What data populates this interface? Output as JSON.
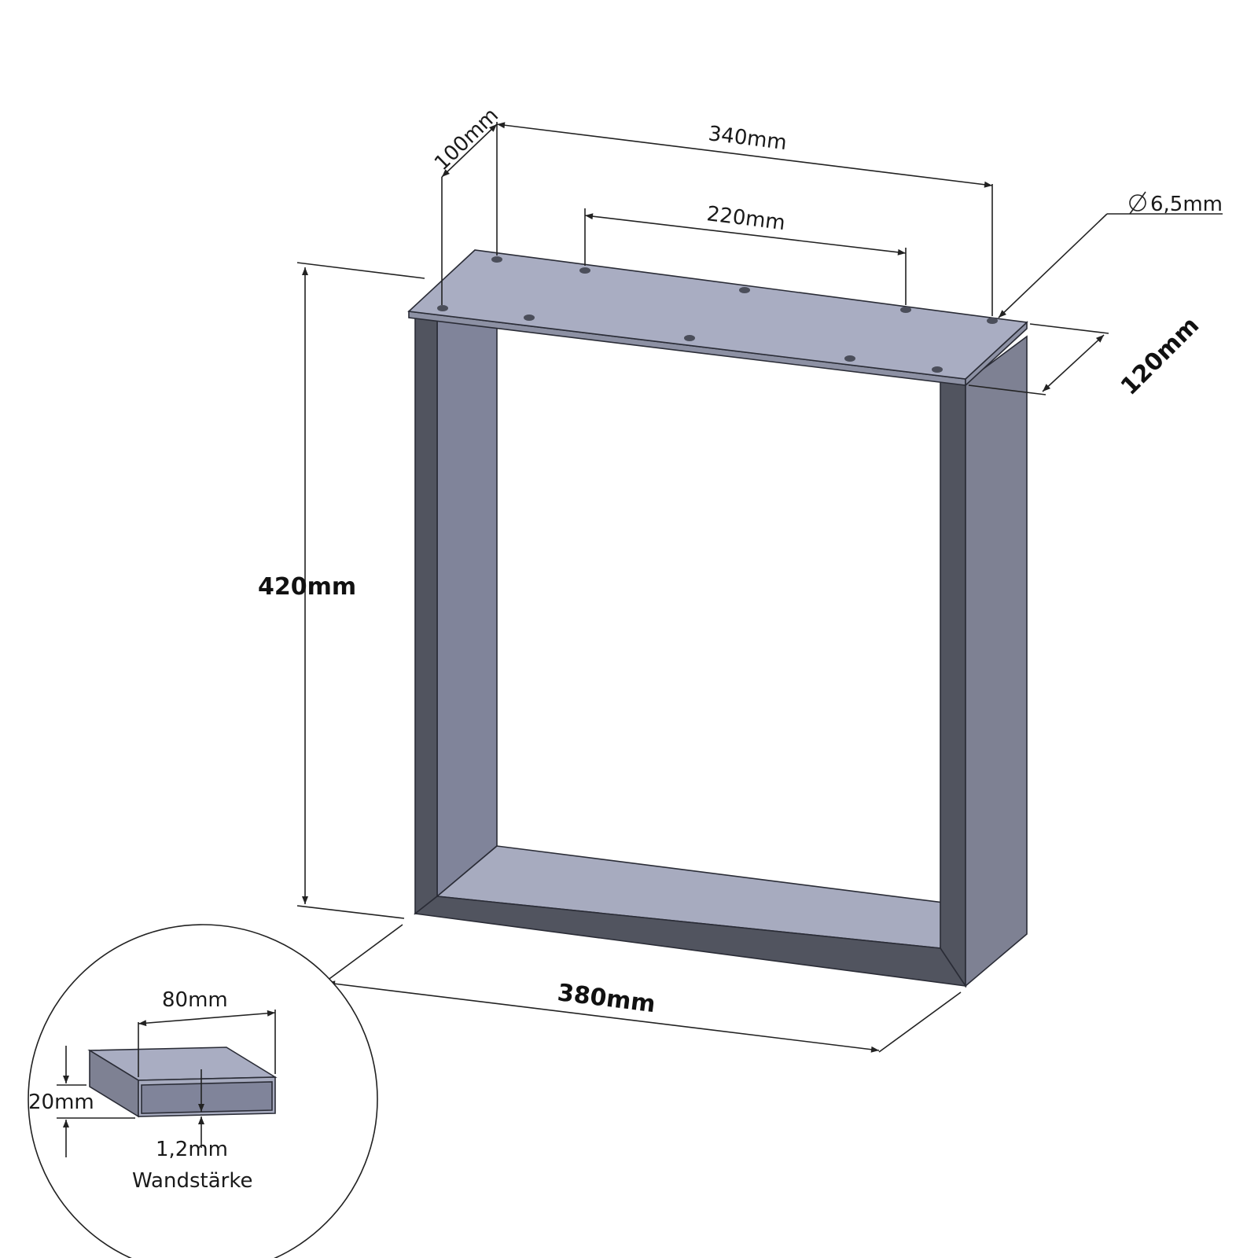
{
  "colors": {
    "plate_top": "#a9adc2",
    "plate_edge": "#8d91a4",
    "front_face": "#51545f",
    "side_face": "#7e8193",
    "inner_light": "#a7abbf",
    "inner_mid": "#80849a",
    "hole": "#4b4e5a",
    "outline": "#2a2c36"
  },
  "dimensions": {
    "depth_top": "100mm",
    "hole_span": "340mm",
    "inner_hole_span": "220mm",
    "hole_diameter": "6,5mm",
    "depth_right": "120mm",
    "height": "420mm",
    "width": "380mm"
  },
  "detail": {
    "profile_width": "80mm",
    "profile_height": "20mm",
    "wall_thickness": "1,2mm",
    "wall_label": "Wandstärke"
  }
}
